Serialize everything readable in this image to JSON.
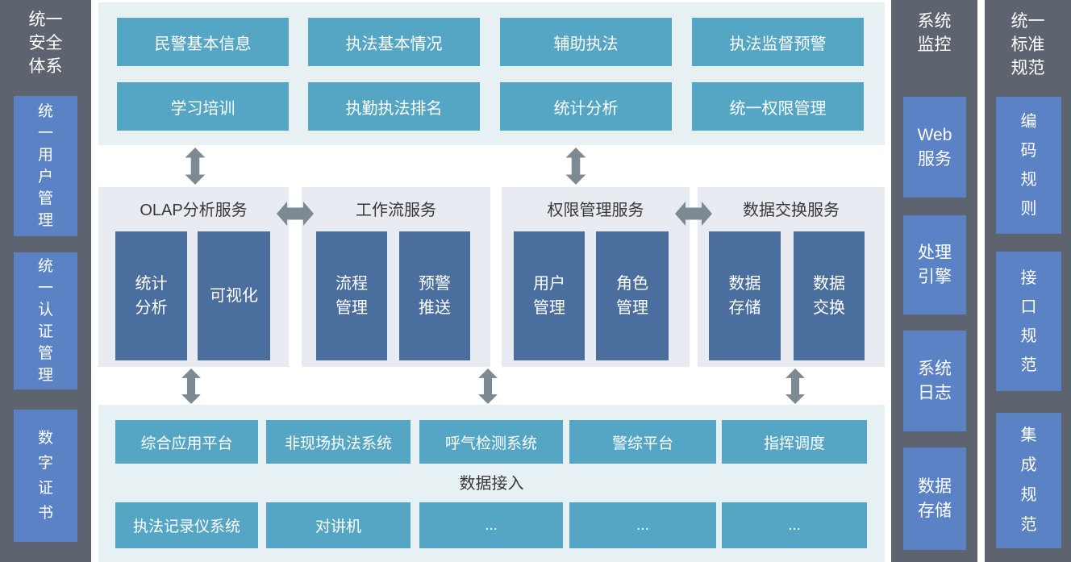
{
  "colors": {
    "sidebar_bg": "#5d6470",
    "sidebar_box_blue": "#5b82c5",
    "teal_button": "#54a6c4",
    "panel_cyan_bg": "#e7f1f4",
    "panel_lavender_bg": "#e9ebf2",
    "navy_box_blue": "#4a6f9e",
    "arrow_gray": "#7d8993",
    "heading_text": "#383838"
  },
  "left_sidebar": {
    "title": "统一\n安全\n体系",
    "items": [
      "统\n一\n用\n户\n管\n理",
      "统\n一\n认\n证\n管\n理",
      "数\n字\n证\n书"
    ]
  },
  "top_panel": {
    "rows": [
      [
        "民警基本信息",
        "执法基本情况",
        "辅助执法",
        "执法监督预警"
      ],
      [
        "学习培训",
        "执勤执法排名",
        "统计分析",
        "统一权限管理"
      ]
    ]
  },
  "services": [
    {
      "title": "OLAP分析服务",
      "items": [
        "统计\n分析",
        "可视化"
      ]
    },
    {
      "title": "工作流服务",
      "items": [
        "流程\n管理",
        "预警\n推送"
      ]
    },
    {
      "title": "权限管理服务",
      "items": [
        "用户\n管理",
        "角色\n管理"
      ]
    },
    {
      "title": "数据交换服务",
      "items": [
        "数据\n存储",
        "数据\n交换"
      ]
    }
  ],
  "bottom_panel": {
    "row1": [
      "综合应用平台",
      "非现场执法系统",
      "呼气检测系统",
      "警综平台",
      "指挥调度"
    ],
    "label": "数据接入",
    "row2": [
      "执法记录仪系统",
      "对讲机",
      "...",
      "...",
      "..."
    ]
  },
  "monitor_sidebar": {
    "title": "系统\n监控",
    "items": [
      "Web\n服务",
      "处理\n引擎",
      "系统\n日志",
      "数据\n存储"
    ]
  },
  "standard_sidebar": {
    "title": "统一\n标准\n规范",
    "items": [
      "编\n码\n规\n则",
      "接\n口\n规\n范",
      "集\n成\n规\n范"
    ]
  }
}
